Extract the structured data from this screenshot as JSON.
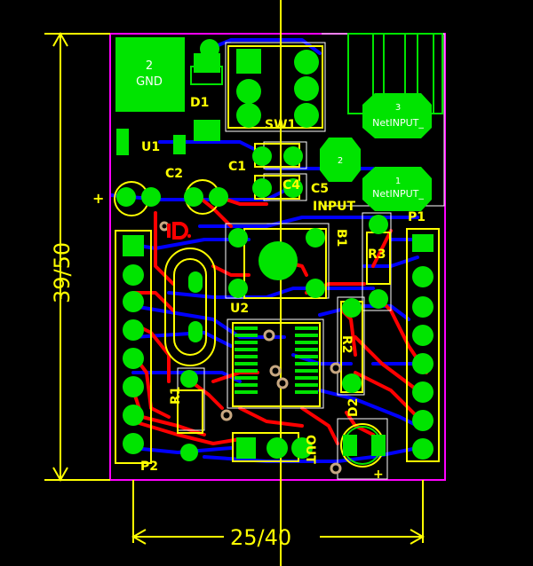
{
  "colors": {
    "background": "#000000",
    "copper_top": "#ff0000",
    "copper_bottom": "#0000ff",
    "pad": "#00e400",
    "silkscreen": "#ffff00",
    "outline": "#ff00ff",
    "courtyard": "#ffffff",
    "via_ring": "#c8a882"
  },
  "dimensions": {
    "width_label": "25/40",
    "height_label": "39/50"
  },
  "components": {
    "gnd_pad_number": "2",
    "gnd_pad_net": "GND",
    "d1": "D1",
    "u1": "U1",
    "c2": "C2",
    "c1": "C1",
    "c4": "C4",
    "c5": "C5",
    "input": "INPUT",
    "sw1": "SW1",
    "b1": "B1",
    "r3": "R3",
    "p1": "P1",
    "p2": "P2",
    "u2": "U2",
    "r1": "R1",
    "r2": "R2",
    "d2": "D2",
    "out": "OUT",
    "conn_pad3_num": "3",
    "conn_pad3_net": "NetINPUT_",
    "conn_pad2_num": "2",
    "conn_pad1_num": "1",
    "conn_pad1_net": "NetINPUT_",
    "plus": "+",
    "plus2": "+"
  }
}
